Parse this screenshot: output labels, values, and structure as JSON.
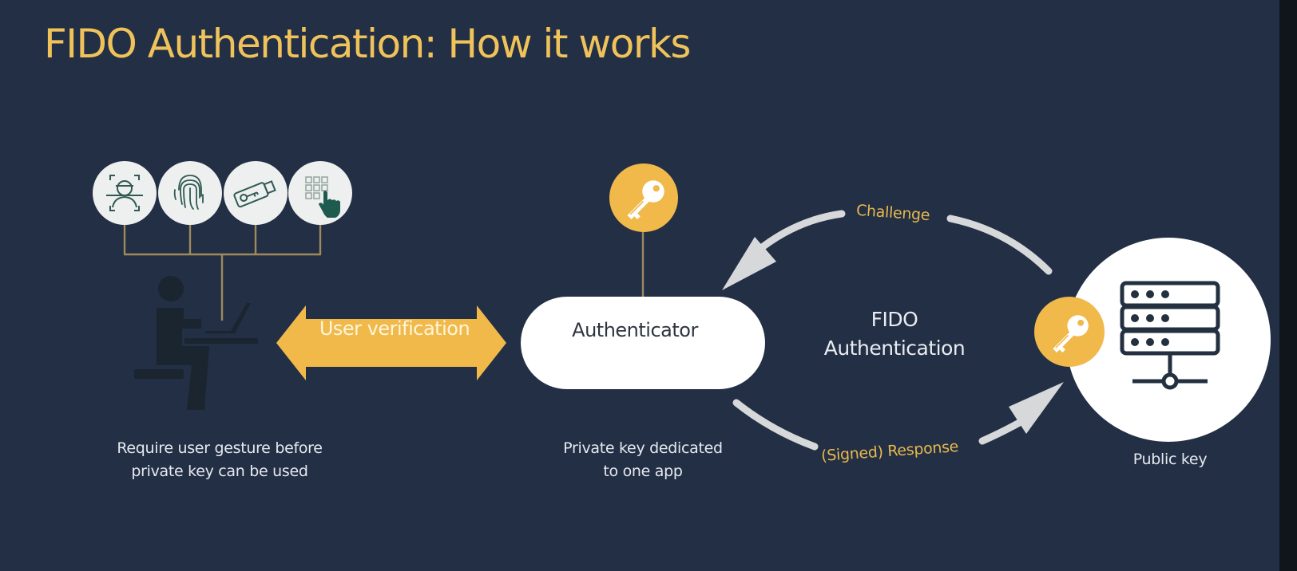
{
  "slide": {
    "title": "FIDO Authentication: How it works",
    "background_color": "#222f45",
    "accent_color": "#f0b94a"
  },
  "user_side": {
    "methods": [
      {
        "name": "face-recognition",
        "icon": "face-scan-icon"
      },
      {
        "name": "fingerprint",
        "icon": "fingerprint-icon"
      },
      {
        "name": "security-key",
        "icon": "usb-key-icon"
      },
      {
        "name": "pin-entry",
        "icon": "keypad-touch-icon"
      }
    ],
    "user_icon": "person-at-laptop-icon",
    "caption_line1": "Require user gesture before",
    "caption_line2": "private key can be used"
  },
  "user_verification": {
    "label": "User verification",
    "icon": "double-arrow-icon"
  },
  "authenticator": {
    "label": "Authenticator",
    "key_icon": "private-key-icon",
    "caption_line1": "Private key dedicated",
    "caption_line2": "to one app"
  },
  "protocol": {
    "label_line1": "FIDO",
    "label_line2": "Authentication",
    "challenge_label": "Challenge",
    "response_label": "(Signed) Response"
  },
  "server": {
    "icon": "server-icon",
    "key_icon": "public-key-icon",
    "caption": "Public key"
  }
}
